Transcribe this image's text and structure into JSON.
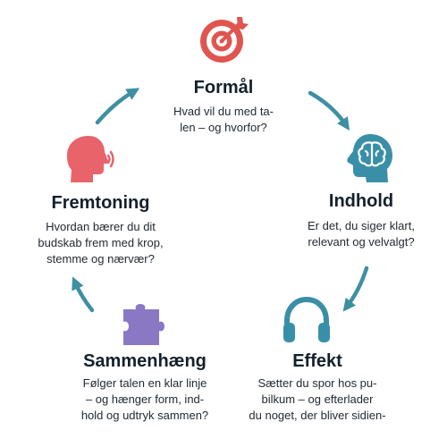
{
  "colors": {
    "arrow": "#3f8fa3",
    "target": "#e0554f",
    "head_brain": "#3a8fa8",
    "headphones": "#3a8fa8",
    "puzzle": "#8a78c4",
    "speaker": "#e8636a"
  },
  "steps": [
    {
      "title": "Formål",
      "description": "Hvad vil du med ta-\nlen – og hvorfor?",
      "icon": "target-icon"
    },
    {
      "title": "Indhold",
      "description": "Er det, du siger klart,\nrelevant og velvalgt?",
      "icon": "brain-head-icon"
    },
    {
      "title": "Effekt",
      "description": "Sætter du spor hos pu-\nbilkum – og efterlader\ndu noget, der bliver sidien-",
      "icon": "headphones-icon"
    },
    {
      "title": "Sammenhæng",
      "description": "Følger talen en klar linje\n– og hænger form, ind-\nhold og udtryk sammen?",
      "icon": "puzzle-icon"
    },
    {
      "title": "Fremtoning",
      "description": "Hvordan bærer du dit\nbudskab frem med krop,\nstemme og nærvær?",
      "icon": "speaking-head-icon"
    }
  ]
}
